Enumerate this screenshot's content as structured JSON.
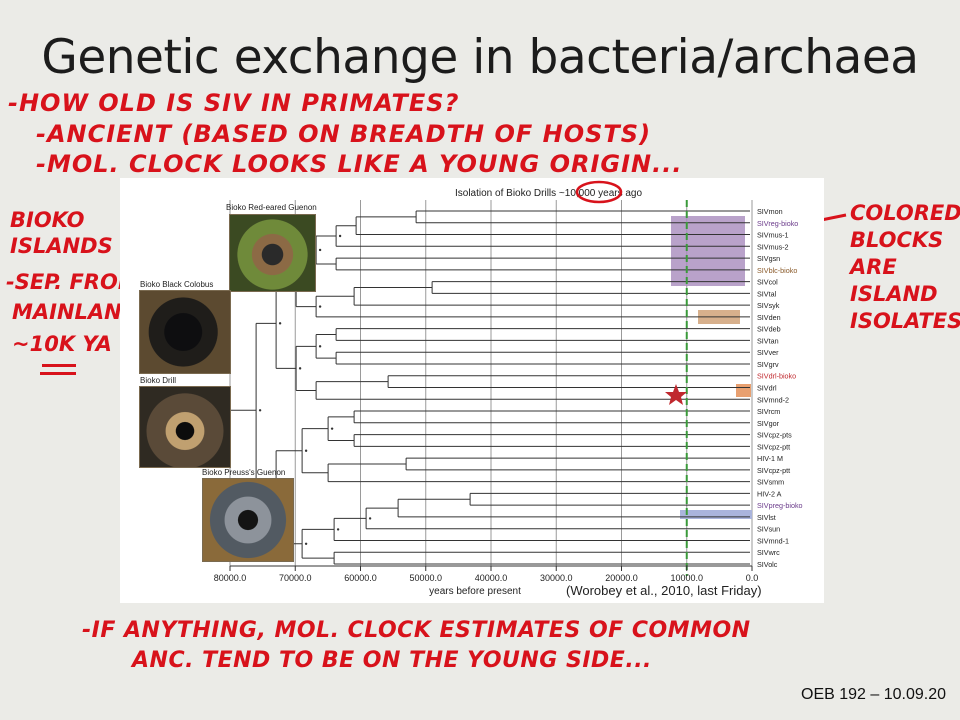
{
  "slide": {
    "title": "Genetic exchange in bacteria/archaea",
    "footer": "OEB 192 – 10.09.20",
    "citation": "(Worobey et al., 2010, last Friday)"
  },
  "annotations": {
    "top": [
      "-How old is SIV in primates?",
      "-Ancient (based on breadth of hosts)",
      "-Mol. clock looks like a young origin..."
    ],
    "left": [
      "Bioko",
      "Islands",
      "-Sep. from",
      "mainland",
      "~10K ya"
    ],
    "right": [
      "Colored",
      "blocks",
      "are",
      "island",
      "isolates..."
    ],
    "bottom": [
      "-If anything, mol. clock estimates of common",
      "anc. tend to be on the young side..."
    ]
  },
  "photos": [
    {
      "caption": "Bioko Red-eared Guenon"
    },
    {
      "caption": "Bioko Black Colobus"
    },
    {
      "caption": "Bioko Drill"
    },
    {
      "caption": "Bioko Preuss's Guenon"
    }
  ],
  "figure": {
    "header": "Isolation of Bioko Drills ~10,000 years ago",
    "xlabel": "years before present",
    "ticks": [
      "80000.0",
      "70000.0",
      "60000.0",
      "50000.0",
      "40000.0",
      "30000.0",
      "20000.0",
      "10000.0",
      "0.0"
    ],
    "tick_values": [
      80000,
      70000,
      60000,
      50000,
      40000,
      30000,
      20000,
      10000,
      0
    ],
    "isolation_years": 10000,
    "taxa": [
      "SIVmon",
      "SIVreg-bioko",
      "SIVmus-1",
      "SIVmus-2",
      "SIVgsn",
      "SIVblc-bioko",
      "SIVcol",
      "SIVtal",
      "SIVsyk",
      "SIVden",
      "SIVdeb",
      "SIVtan",
      "SIVver",
      "SIVgrv",
      "SIVdrl-bioko",
      "SIVdrl",
      "SIVmnd-2",
      "SIVrcm",
      "SIVgor",
      "SIVcpz-pts",
      "SIVcpz-ptt",
      "HIV-1 M",
      "SIVcpz-ptt",
      "SIVsmm",
      "HIV-2 A",
      "SIVpreg-bioko",
      "SIVlst",
      "SIVsun",
      "SIVmnd-1",
      "SIVwrc",
      "SIVolc"
    ]
  },
  "colors": {
    "annotation_red": "#d8121b",
    "purple_block": "#a78bbd",
    "tan_block": "#d7b08c",
    "orange_block": "#e8a070",
    "blue_block": "#aab4dc",
    "green_line": "#3a9a3a"
  }
}
